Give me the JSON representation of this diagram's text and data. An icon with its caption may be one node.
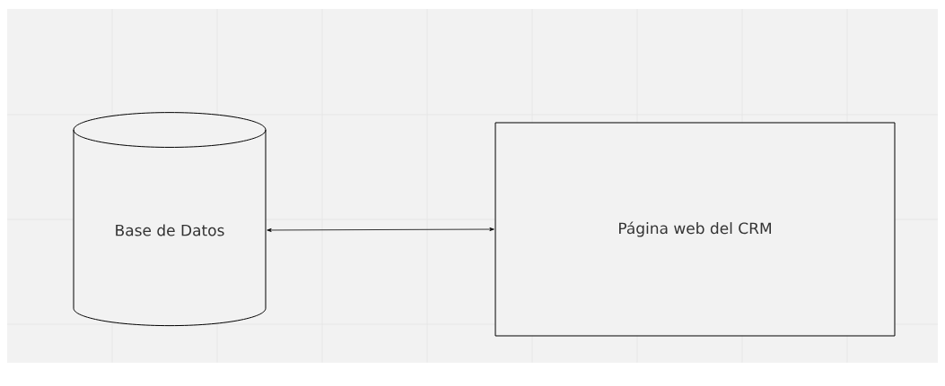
{
  "diagram": {
    "nodes": [
      {
        "text": [
          "Base de Datos"
        ]
      },
      {
        "text": [
          "Página web del CRM"
        ]
      }
    ],
    "edges": [
      {
        "from": 0,
        "to": 1,
        "arrow": "both"
      }
    ]
  }
}
